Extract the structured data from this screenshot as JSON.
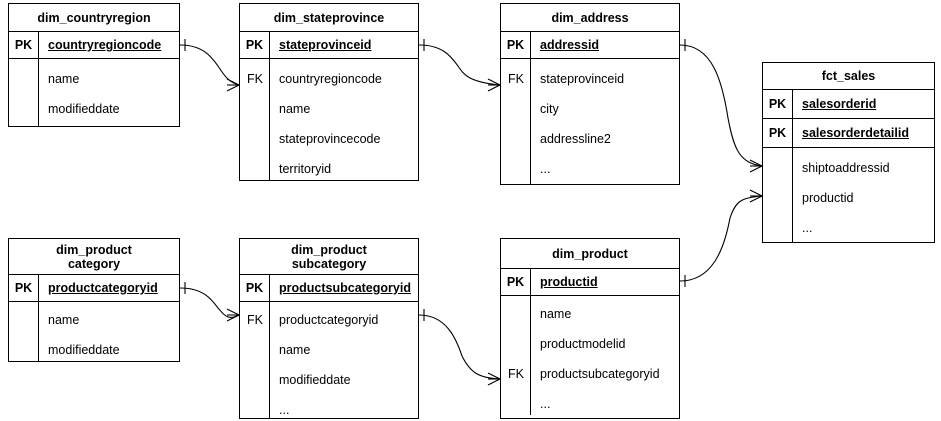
{
  "diagram": {
    "type": "entity-relationship-diagram",
    "notation": "crow's-foot",
    "background": "#ffffff",
    "line_color": "#000000"
  },
  "entities": [
    {
      "id": "dim_countryregion",
      "title": "dim_countryregion",
      "title_lines": [
        "dim_countryregion"
      ],
      "keys": [
        {
          "key": "PK",
          "name": "countryregioncode"
        }
      ],
      "attributes": [
        {
          "key": "",
          "name": "name"
        },
        {
          "key": "",
          "name": "modifieddate"
        }
      ]
    },
    {
      "id": "dim_stateprovince",
      "title": "dim_stateprovince",
      "title_lines": [
        "dim_stateprovince"
      ],
      "keys": [
        {
          "key": "PK",
          "name": "stateprovinceid"
        }
      ],
      "attributes": [
        {
          "key": "FK",
          "name": "countryregioncode"
        },
        {
          "key": "",
          "name": "name"
        },
        {
          "key": "",
          "name": "stateprovincecode"
        },
        {
          "key": "",
          "name": "territoryid"
        }
      ]
    },
    {
      "id": "dim_address",
      "title": "dim_address",
      "title_lines": [
        "dim_address"
      ],
      "keys": [
        {
          "key": "PK",
          "name": "addressid"
        }
      ],
      "attributes": [
        {
          "key": "FK",
          "name": "stateprovinceid"
        },
        {
          "key": "",
          "name": "city"
        },
        {
          "key": "",
          "name": "addressline2"
        },
        {
          "key": "",
          "name": "..."
        }
      ]
    },
    {
      "id": "fct_sales",
      "title": "fct_sales",
      "title_lines": [
        "fct_sales"
      ],
      "keys": [
        {
          "key": "PK",
          "name": "salesorderid"
        },
        {
          "key": "PK",
          "name": "salesorderdetailid"
        }
      ],
      "attributes": [
        {
          "key": "",
          "name": "shiptoaddressid"
        },
        {
          "key": "",
          "name": "productid"
        },
        {
          "key": "",
          "name": "..."
        }
      ]
    },
    {
      "id": "dim_productcategory",
      "title": "dim_product category",
      "title_lines": [
        "dim_product",
        "category"
      ],
      "keys": [
        {
          "key": "PK",
          "name": "productcategoryid"
        }
      ],
      "attributes": [
        {
          "key": "",
          "name": "name"
        },
        {
          "key": "",
          "name": "modifieddate"
        }
      ]
    },
    {
      "id": "dim_productsubcategory",
      "title": "dim_product subcategory",
      "title_lines": [
        "dim_product",
        "subcategory"
      ],
      "keys": [
        {
          "key": "PK",
          "name": "productsubcategoryid"
        }
      ],
      "attributes": [
        {
          "key": "FK",
          "name": "productcategoryid"
        },
        {
          "key": "",
          "name": "name"
        },
        {
          "key": "",
          "name": "modifieddate"
        },
        {
          "key": "",
          "name": "..."
        }
      ]
    },
    {
      "id": "dim_product",
      "title": "dim_product",
      "title_lines": [
        "dim_product"
      ],
      "keys": [
        {
          "key": "PK",
          "name": "productid"
        }
      ],
      "attributes": [
        {
          "key": "",
          "name": "name"
        },
        {
          "key": "",
          "name": "productmodelid"
        },
        {
          "key": "FK",
          "name": "productsubcategoryid"
        },
        {
          "key": "",
          "name": "..."
        }
      ]
    }
  ],
  "relationships": [
    {
      "id": "rel-countryregion-stateprovince",
      "from": "dim_countryregion.countryregioncode",
      "to": "dim_stateprovince.countryregioncode",
      "from_cardinality": "one",
      "to_cardinality": "many"
    },
    {
      "id": "rel-stateprovince-address",
      "from": "dim_stateprovince.stateprovinceid",
      "to": "dim_address.stateprovinceid",
      "from_cardinality": "one",
      "to_cardinality": "many"
    },
    {
      "id": "rel-address-sales",
      "from": "dim_address.addressid",
      "to": "fct_sales.shiptoaddressid",
      "from_cardinality": "one",
      "to_cardinality": "many"
    },
    {
      "id": "rel-product-sales",
      "from": "dim_product.productid",
      "to": "fct_sales.productid",
      "from_cardinality": "one",
      "to_cardinality": "many"
    },
    {
      "id": "rel-productcategory-subcategory",
      "from": "dim_productcategory.productcategoryid",
      "to": "dim_productsubcategory.productcategoryid",
      "from_cardinality": "one",
      "to_cardinality": "many"
    },
    {
      "id": "rel-subcategory-product",
      "from": "dim_productsubcategory.productcategoryid",
      "to": "dim_product.productsubcategoryid",
      "from_cardinality": "one",
      "to_cardinality": "many"
    }
  ]
}
